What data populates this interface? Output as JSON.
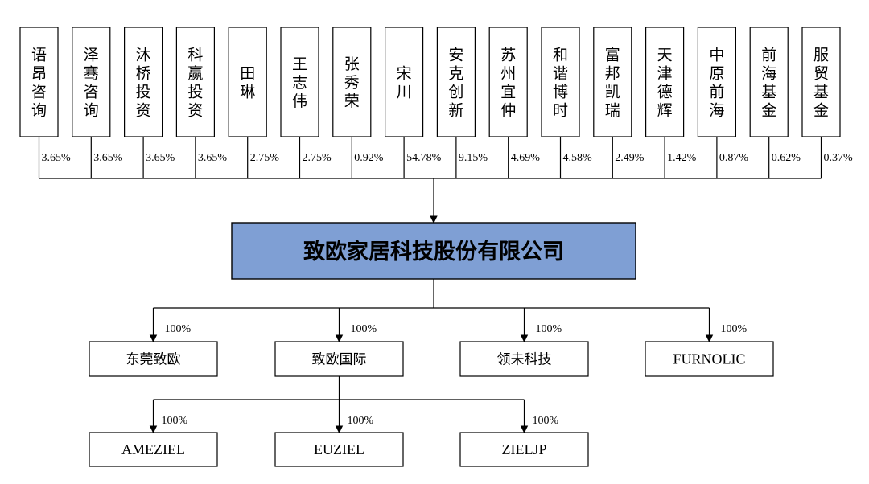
{
  "shareholders": [
    {
      "name": "语昂咨询",
      "pct": "3.65%"
    },
    {
      "name": "泽骞咨询",
      "pct": "3.65%"
    },
    {
      "name": "沐桥投资",
      "pct": "3.65%"
    },
    {
      "name": "科赢投资",
      "pct": "3.65%"
    },
    {
      "name": "田琳",
      "pct": "2.75%"
    },
    {
      "name": "王志伟",
      "pct": "2.75%"
    },
    {
      "name": "张秀荣",
      "pct": "0.92%"
    },
    {
      "name": "宋川",
      "pct": "54.78%"
    },
    {
      "name": "安克创新",
      "pct": "9.15%"
    },
    {
      "name": "苏州宜仲",
      "pct": "4.69%"
    },
    {
      "name": "和谐博时",
      "pct": "4.58%"
    },
    {
      "name": "富邦凯瑞",
      "pct": "2.49%"
    },
    {
      "name": "天津德辉",
      "pct": "1.42%"
    },
    {
      "name": "中原前海",
      "pct": "0.87%"
    },
    {
      "name": "前海基金",
      "pct": "0.62%"
    },
    {
      "name": "服贸基金",
      "pct": "0.37%"
    }
  ],
  "company": {
    "name": "致欧家居科技股份有限公司"
  },
  "subsidiaries": [
    {
      "name": "东莞致欧",
      "pct": "100%"
    },
    {
      "name": "致欧国际",
      "pct": "100%"
    },
    {
      "name": "领未科技",
      "pct": "100%"
    },
    {
      "name": "FURNOLIC",
      "pct": "100%"
    }
  ],
  "second_level": {
    "parent": "致欧国际",
    "items": [
      {
        "name": "AMEZIEL",
        "pct": "100%"
      },
      {
        "name": "EUZIEL",
        "pct": "100%"
      },
      {
        "name": "ZIELJP",
        "pct": "100%"
      }
    ]
  }
}
